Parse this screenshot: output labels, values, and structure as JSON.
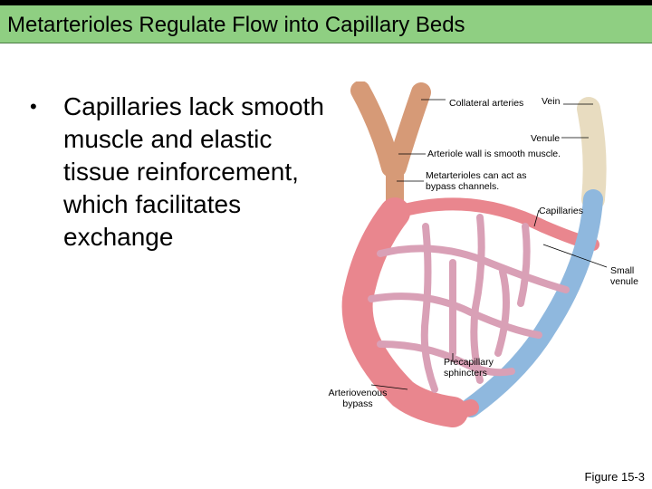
{
  "slide": {
    "title": "Metarterioles Regulate Flow into Capillary Beds",
    "bullet": "Capillaries lack smooth muscle and elastic tissue reinforcement, which facilitates exchange",
    "bullet_marker": "•"
  },
  "figure": {
    "labels": {
      "collateral_arteries": "Collateral arteries",
      "vein": "Vein",
      "venule": "Venule",
      "arteriole_wall": "Arteriole wall is smooth muscle.",
      "metarterioles": "Metarterioles can act as bypass channels.",
      "capillaries": "Capillaries",
      "small_venule": "Small venule",
      "precapillary_sphincters": "Precapillary sphincters",
      "arteriovenous_bypass": "Arteriovenous bypass"
    },
    "caption": "Figure 15-3",
    "colors": {
      "arterial": "#e9868e",
      "venous": "#8fb8de",
      "capillary": "#d9a0b6",
      "muscle": "#d69a77",
      "vein_wall": "#e8dcc0",
      "title_bar": "#8fcf82"
    }
  }
}
